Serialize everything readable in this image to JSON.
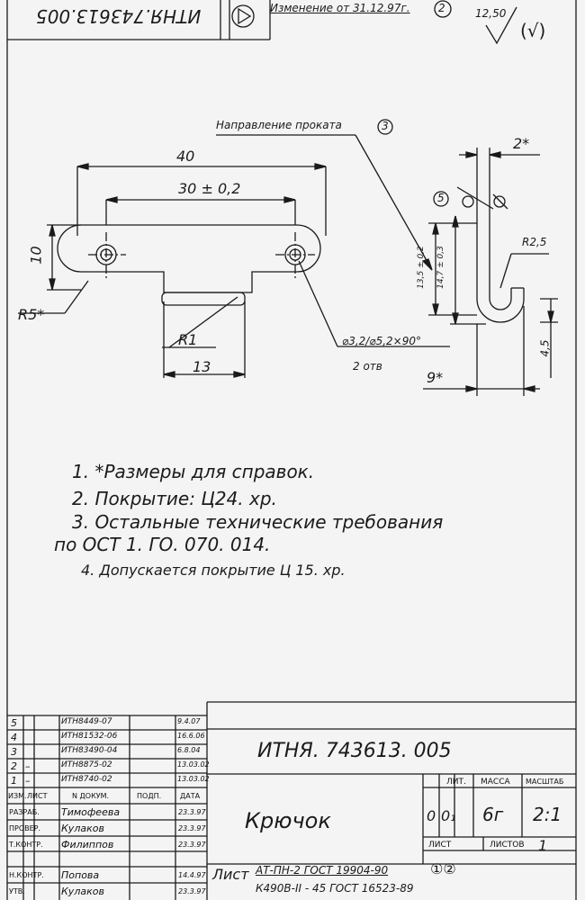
{
  "top_stamp": {
    "rotated_code": "ИТНЯ.743613.005",
    "change_note": "Изменение от 31.12.97г.",
    "change_mark": "2",
    "roughness": "12,50",
    "roughness_paren": "(√)"
  },
  "dimensions": {
    "rolling_direction": "Направление проката",
    "rolling_mark": "3",
    "mark5": "5",
    "d40": "40",
    "d30": "30 ± 0,2",
    "d10": "10",
    "r5": "R5*",
    "r1": "R1",
    "d13": "13",
    "hole": "⌀3,2/⌀5,2×90°",
    "holes_count": "2 отв",
    "d2": "2*",
    "r25": "R2,5",
    "d135": "13,5 ± 0,2",
    "d147": "14,7 ± 0,3",
    "d45": "4,5",
    "d9": "9*"
  },
  "notes": [
    "1. *Размеры для справок.",
    "2. Покрытие: Ц24. хр.",
    "3. Остальные технические требования",
    "по ОСТ 1. ГО. 070. 014.",
    "4. Допускается покрытие Ц 15. хр."
  ],
  "title_block": {
    "designation": "ИТНЯ. 743613. 005",
    "part_name": "Крючок",
    "lit_header": "ЛИТ.",
    "mass_header": "МАССА",
    "scale_header": "МАСШТАБ",
    "lit_values": [
      "0",
      "0₁"
    ],
    "mass": "6г",
    "scale": "2:1",
    "sheet_label": "ЛИСТ",
    "sheets_label": "ЛИСТОВ",
    "sheets_count": "1",
    "material_prefix": "Лист",
    "material_line1": "АТ-ПН-2 ГОСТ 19904-90",
    "material_line2": "К490В-II - 45 ГОСТ 16523-89",
    "material_marks": "①②",
    "revisions": [
      {
        "num": "5",
        "mark": "",
        "doc": "ИТН8449-07",
        "date": "9.4.07"
      },
      {
        "num": "4",
        "mark": "",
        "doc": "ИТН81532-06",
        "date": "16.6.06"
      },
      {
        "num": "3",
        "mark": "",
        "doc": "ИТН83490-04",
        "date": "6.8.04"
      },
      {
        "num": "2",
        "mark": "–",
        "doc": "ИТН8875-02",
        "date": "13.03.02"
      },
      {
        "num": "1",
        "mark": "–",
        "doc": "ИТН8740-02",
        "date": "13.03.02"
      }
    ],
    "header_cells": [
      "ИЗМ.",
      "ЛИСТ",
      "N ДОКУМ.",
      "ПОДП.",
      "ДАТА"
    ],
    "signers": [
      {
        "role": "РАЗРАБ.",
        "name": "Тимофеева",
        "date": "23.3.97"
      },
      {
        "role": "ПРОВЕР.",
        "name": "Кулаков",
        "date": "23.3.97"
      },
      {
        "role": "Т.КОНТР.",
        "name": "Филиппов",
        "date": "23.3.97"
      },
      {
        "role": "",
        "name": "",
        "date": ""
      },
      {
        "role": "Н.КОНТР.",
        "name": "Попова",
        "date": "14.4.97"
      },
      {
        "role": "УТВ.",
        "name": "Кулаков",
        "date": "23.3.97"
      }
    ]
  }
}
